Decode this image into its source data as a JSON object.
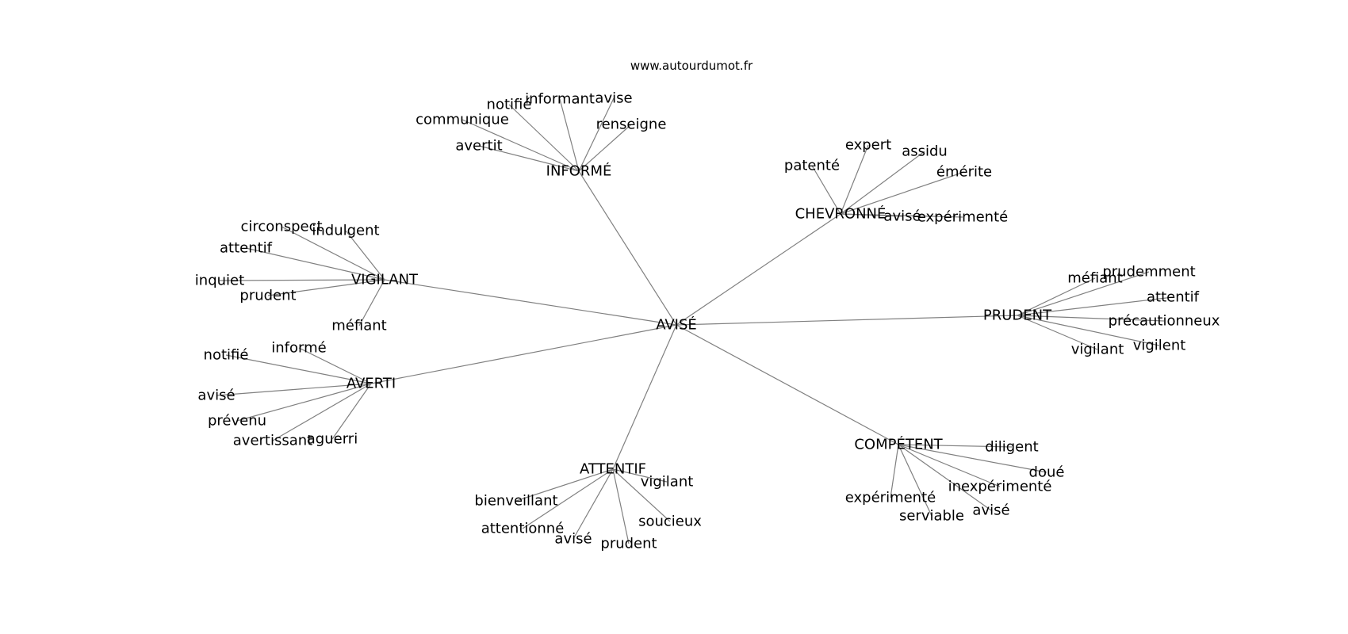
{
  "header": {
    "source": "www.autourdumot.fr"
  },
  "graph": {
    "center": "AVISÉ",
    "clusters": [
      {
        "label": "INFORMÉ",
        "leaves": [
          "communique",
          "notifié",
          "informant",
          "avise",
          "renseigne",
          "avertit"
        ]
      },
      {
        "label": "CHEVRONNÉ",
        "leaves": [
          "patenté",
          "expert",
          "assidu",
          "émérite",
          "avisé",
          "expérimenté"
        ]
      },
      {
        "label": "VIGILANT",
        "leaves": [
          "circonspect",
          "indulgent",
          "attentif",
          "inquiet",
          "prudent",
          "méfiant"
        ]
      },
      {
        "label": "PRUDENT",
        "leaves": [
          "méfiant",
          "prudemment",
          "attentif",
          "précautionneux",
          "vigilant",
          "vigilent"
        ]
      },
      {
        "label": "AVERTI",
        "leaves": [
          "notifié",
          "informé",
          "avisé",
          "prévenu",
          "avertissant",
          "aguerri"
        ]
      },
      {
        "label": "ATTENTIF",
        "leaves": [
          "vigilant",
          "bienveillant",
          "attentionné",
          "avisé",
          "prudent",
          "soucieux"
        ]
      },
      {
        "label": "COMPÉTENT",
        "leaves": [
          "diligent",
          "doué",
          "inexpérimenté",
          "expérimenté",
          "serviable",
          "avisé"
        ]
      }
    ]
  }
}
